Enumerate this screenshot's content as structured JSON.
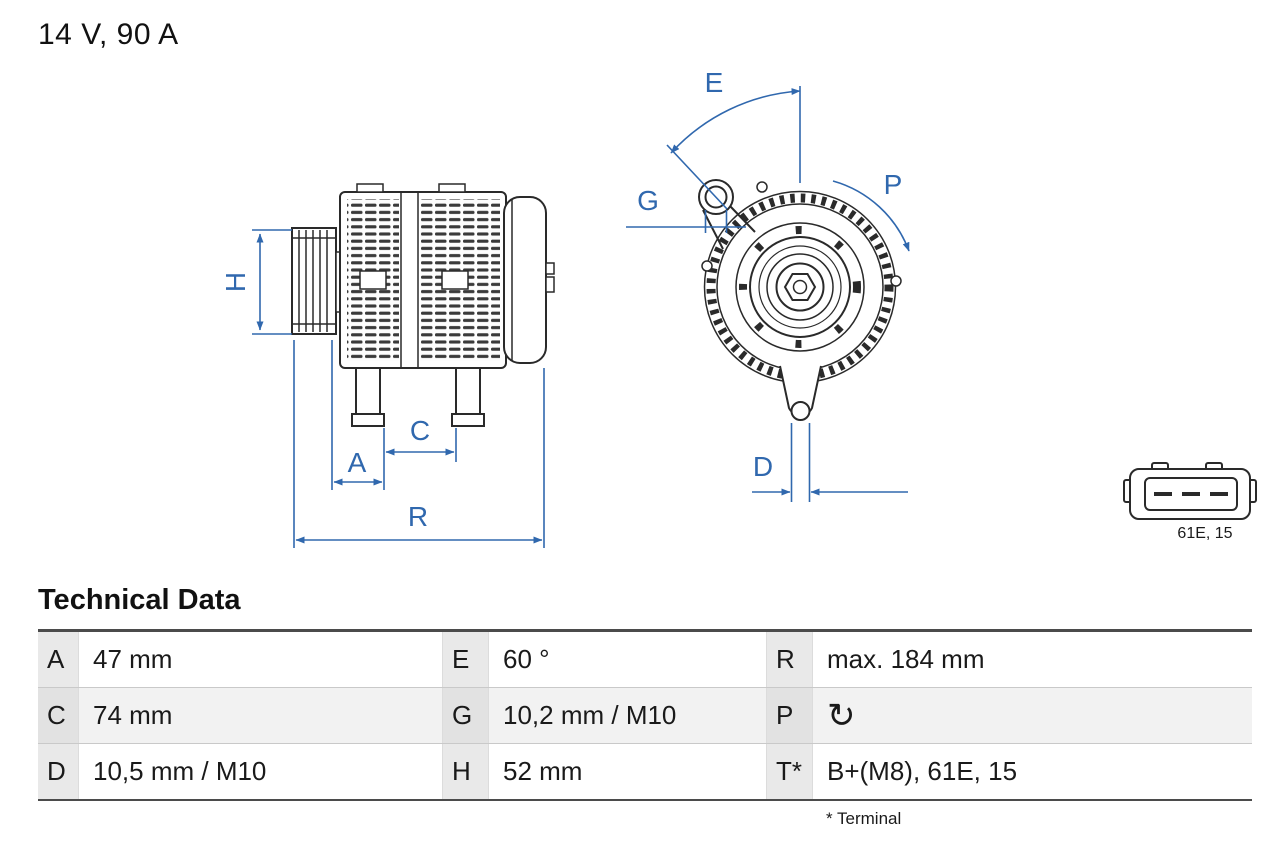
{
  "title": "14 V, 90 A",
  "diagram": {
    "dimension_labels": {
      "H": "H",
      "A": "A",
      "C": "C",
      "R": "R",
      "E": "E",
      "G": "G",
      "P": "P",
      "D": "D"
    },
    "connector_label": "61E, 15"
  },
  "technical_data": {
    "heading": "Technical Data",
    "rows": [
      [
        {
          "key": "A",
          "value": "47 mm"
        },
        {
          "key": "E",
          "value": "60 °"
        },
        {
          "key": "R",
          "value": "max. 184 mm"
        }
      ],
      [
        {
          "key": "C",
          "value": "74 mm"
        },
        {
          "key": "G",
          "value": "10,2 mm / M10"
        },
        {
          "key": "P",
          "value": "↻"
        }
      ],
      [
        {
          "key": "D",
          "value": "10,5 mm / M10"
        },
        {
          "key": "H",
          "value": "52 mm"
        },
        {
          "key": "T*",
          "value": "B+(M8), 61E, 15"
        }
      ]
    ],
    "footnote": "* Terminal"
  },
  "colors": {
    "dimension_blue": "#3068ae",
    "drawing_dark": "#2a2a2a"
  }
}
